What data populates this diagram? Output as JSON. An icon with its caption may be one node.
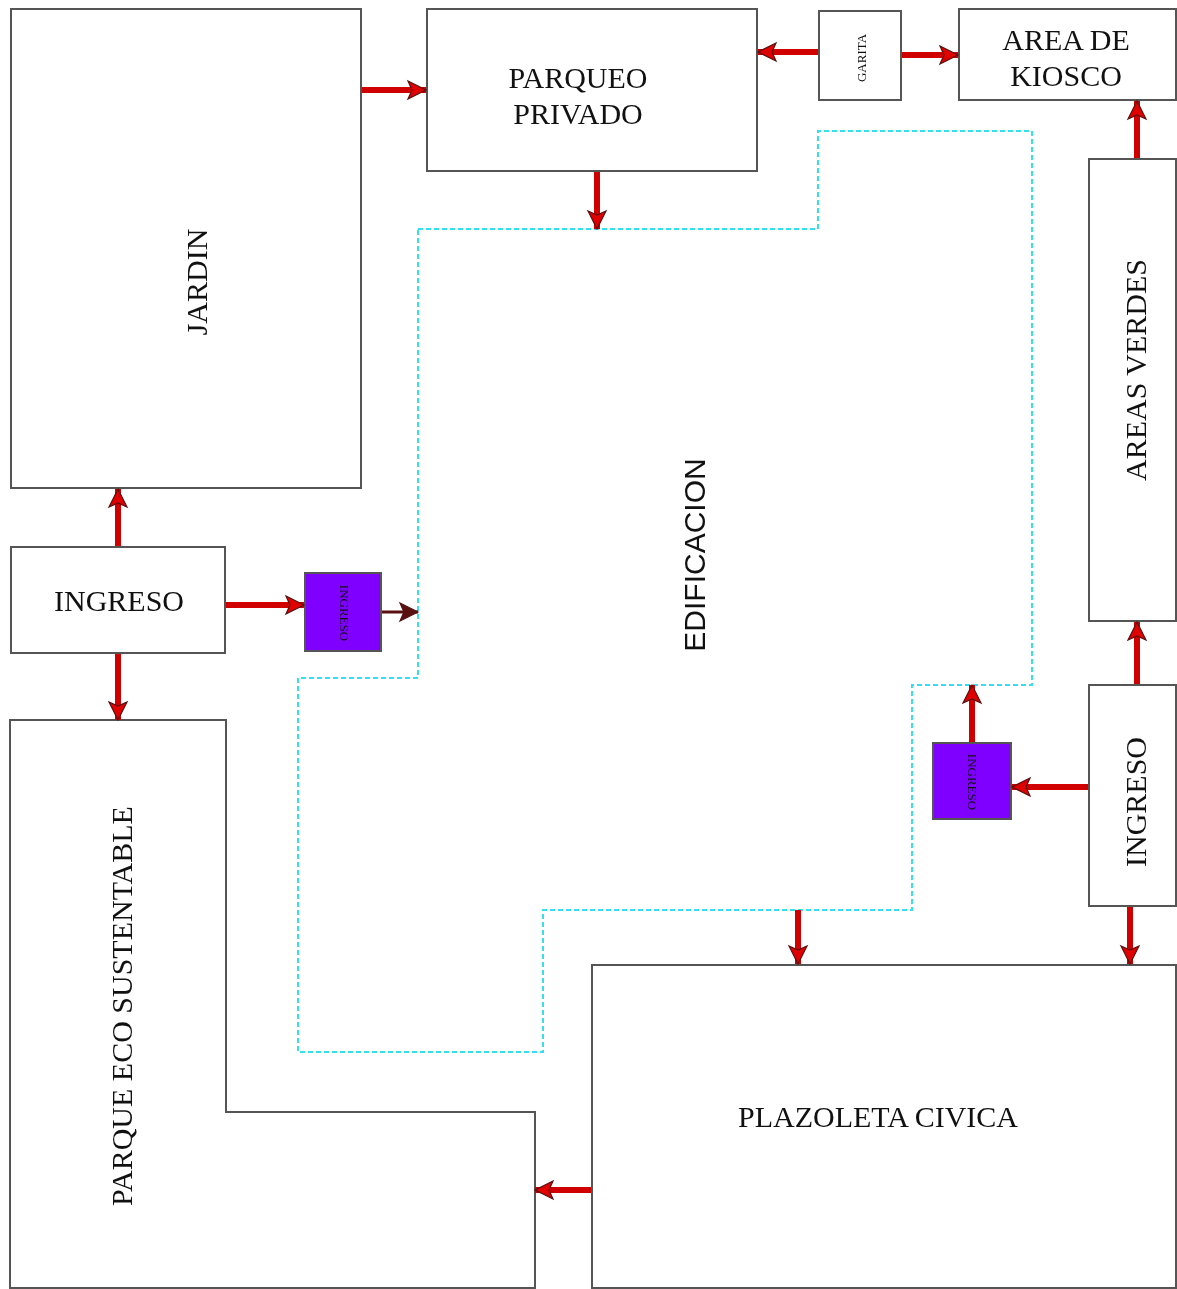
{
  "diagram": {
    "nodes": [
      {
        "text": [
          "JARDIN"
        ]
      },
      {
        "text": [
          "PARQUEO PRIVADO"
        ]
      },
      {
        "text": [
          "GARITA"
        ]
      },
      {
        "text": [
          "AREA DE KIOSCO"
        ]
      },
      {
        "text": [
          "AREAS VERDES"
        ]
      },
      {
        "text": [
          "EDIFICACION"
        ]
      },
      {
        "text": [
          "INGRESO"
        ]
      },
      {
        "text": [
          "INGRESO"
        ]
      },
      {
        "text": [
          "INGRESO"
        ]
      },
      {
        "text": [
          "INGRESO"
        ]
      },
      {
        "text": [
          "PARQUE ECO SUSTENTABLE"
        ]
      },
      {
        "text": [
          "PLAZOLETA CIVICA"
        ]
      }
    ],
    "edges": [
      {
        "from": 0,
        "to": 1,
        "arrow": "to"
      },
      {
        "from": 2,
        "to": 1,
        "arrow": "to"
      },
      {
        "from": 2,
        "to": 3,
        "arrow": "to"
      },
      {
        "from": 1,
        "to": 5,
        "arrow": "to"
      },
      {
        "from": 4,
        "to": 3,
        "arrow": "to"
      },
      {
        "from": 6,
        "to": 0,
        "arrow": "to"
      },
      {
        "from": 6,
        "to": 7,
        "arrow": "to"
      },
      {
        "from": 7,
        "to": 5,
        "arrow": "to",
        "color": "#5a1010"
      },
      {
        "from": 6,
        "to": 10,
        "arrow": "to"
      },
      {
        "from": 9,
        "to": 4,
        "arrow": "to"
      },
      {
        "from": 9,
        "to": 8,
        "arrow": "to"
      },
      {
        "from": 8,
        "to": 5,
        "arrow": "to"
      },
      {
        "from": 9,
        "to": 11,
        "arrow": "to"
      },
      {
        "from": 5,
        "to": 11,
        "arrow": "to"
      },
      {
        "from": 11,
        "to": 10,
        "arrow": "to"
      }
    ]
  }
}
